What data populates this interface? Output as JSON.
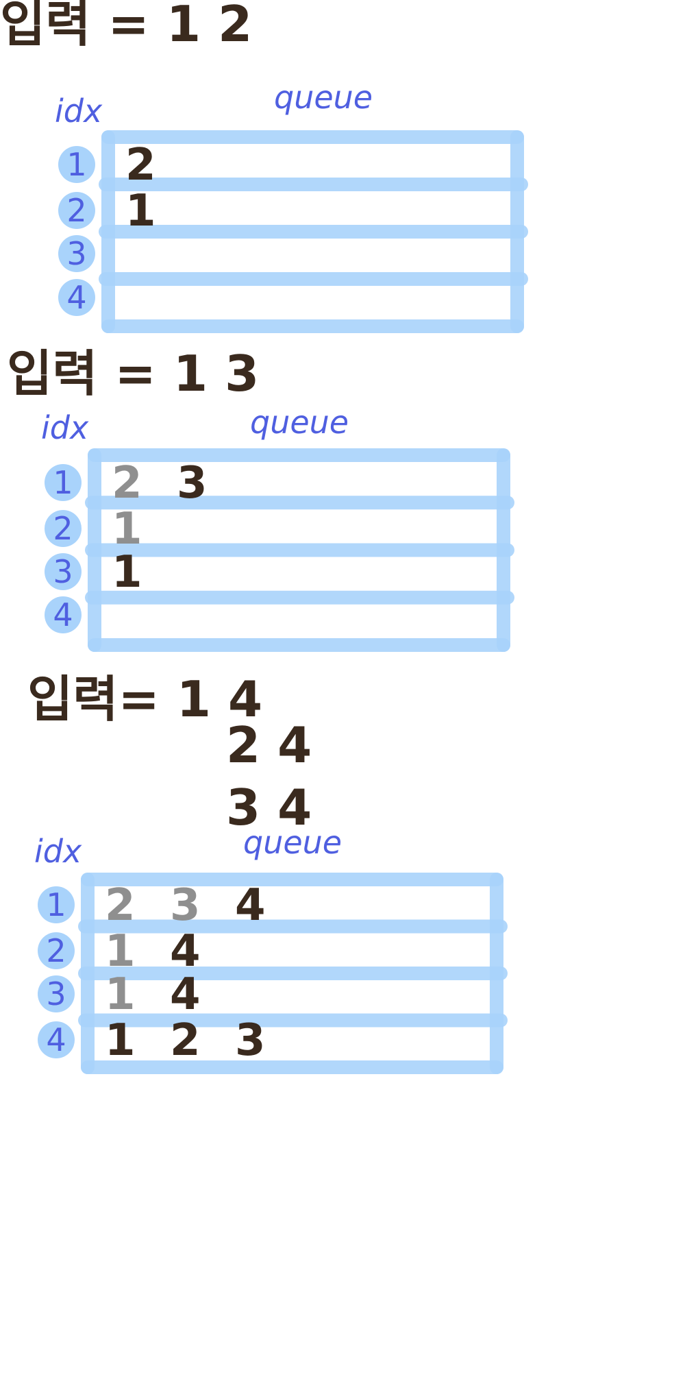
{
  "colors": {
    "ink": "#3a2a1e",
    "faded": "#8f8f8f",
    "blue_text": "#4f5fe0",
    "blue_fill": "#a9d3fb"
  },
  "labels": {
    "idx": "idx",
    "queue": "queue"
  },
  "panels": [
    {
      "title": "입력 = 1 2",
      "title_lines": [
        "입력 = 1   2"
      ],
      "rows": [
        {
          "idx": "1",
          "items": [
            {
              "text": "2",
              "faded": false
            }
          ]
        },
        {
          "idx": "2",
          "items": [
            {
              "text": "1",
              "faded": false
            }
          ]
        },
        {
          "idx": "3",
          "items": []
        },
        {
          "idx": "4",
          "items": []
        }
      ]
    },
    {
      "title": "입력 = 1 3",
      "title_lines": [
        "입력 = 1   3"
      ],
      "rows": [
        {
          "idx": "1",
          "items": [
            {
              "text": "2",
              "faded": true
            },
            {
              "text": "3",
              "faded": false
            }
          ]
        },
        {
          "idx": "2",
          "items": [
            {
              "text": "1",
              "faded": true
            }
          ]
        },
        {
          "idx": "3",
          "items": [
            {
              "text": "1",
              "faded": false
            }
          ]
        },
        {
          "idx": "4",
          "items": []
        }
      ]
    },
    {
      "title": "입력 = 1 4 / 2 4 / 3 4",
      "title_lines": [
        "입력= 1   4",
        "2   4",
        "3   4"
      ],
      "rows": [
        {
          "idx": "1",
          "items": [
            {
              "text": "2",
              "faded": true
            },
            {
              "text": "3",
              "faded": true
            },
            {
              "text": "4",
              "faded": false
            }
          ]
        },
        {
          "idx": "2",
          "items": [
            {
              "text": "1",
              "faded": true
            },
            {
              "text": "4",
              "faded": false
            }
          ]
        },
        {
          "idx": "3",
          "items": [
            {
              "text": "1",
              "faded": true
            },
            {
              "text": "4",
              "faded": false
            }
          ]
        },
        {
          "idx": "4",
          "items": [
            {
              "text": "1",
              "faded": false
            },
            {
              "text": "2",
              "faded": false
            },
            {
              "text": "3",
              "faded": false
            }
          ]
        }
      ]
    }
  ]
}
